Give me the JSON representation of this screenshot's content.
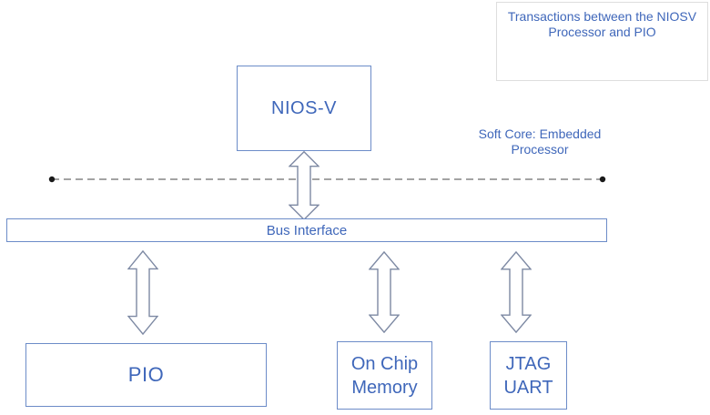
{
  "note": {
    "line1": "Transactions between the NIOSV",
    "line2": "Processor and PIO"
  },
  "annotations": {
    "soft_core_line1": "Soft Core: Embedded",
    "soft_core_line2": "Processor"
  },
  "nodes": {
    "niosv": {
      "label": "NIOS-V"
    },
    "bus_interface": {
      "label": "Bus Interface"
    },
    "pio": {
      "label": "PIO"
    },
    "on_chip_memory": {
      "line1": "On Chip",
      "line2": "Memory"
    },
    "jtag_uart": {
      "line1": "JTAG",
      "line2": "UART"
    }
  },
  "connectors": {
    "type": "double-headed-arrow",
    "count": 4,
    "links": [
      "NIOS-V <-> Bus Interface",
      "Bus Interface <-> PIO",
      "Bus Interface <-> On Chip Memory",
      "Bus Interface <-> JTAG UART"
    ],
    "boundary": "dashed horizontal line with endpoint dots separating soft core processor from bus"
  },
  "colors": {
    "text_blue": "#3F67BA",
    "border_blue": "#6C8CC8",
    "arrow_stroke": "#7D89A3",
    "dash_gray": "#A3A3A3",
    "note_border": "#DEDEDE",
    "dot_black": "#1A1A1A"
  }
}
